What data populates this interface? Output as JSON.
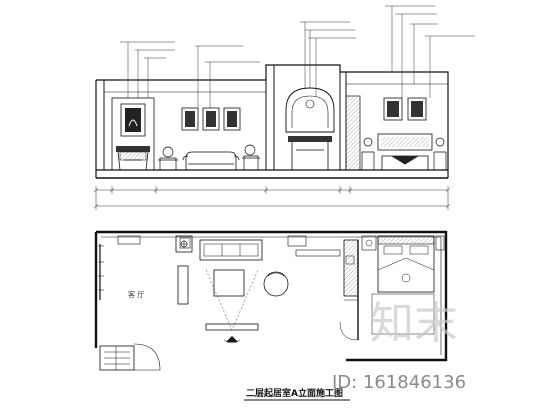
{
  "drawing": {
    "title": "二层起居室A立面施工图",
    "elevation_notes": [
      "",
      "",
      "",
      "",
      "",
      "",
      "",
      "",
      "",
      "",
      ""
    ],
    "elevation_dims": [
      "",
      "",
      "",
      "",
      "",
      ""
    ],
    "plan_labels": {
      "living_room": "客 厅",
      "coffee_area": ""
    }
  },
  "watermark": {
    "logo_text": "知末",
    "id_text": "ID: 161846136"
  }
}
